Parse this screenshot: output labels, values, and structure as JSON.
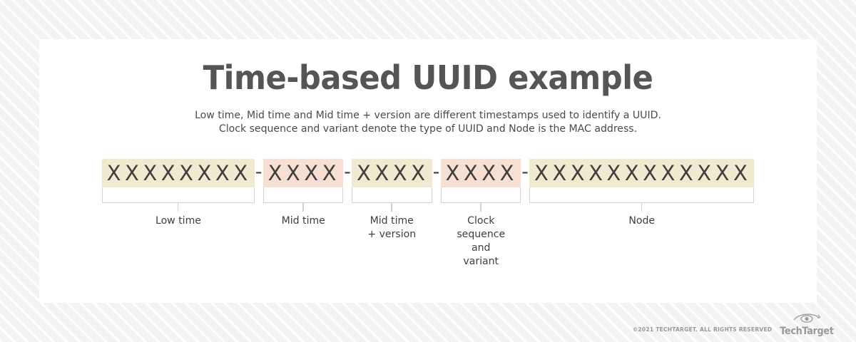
{
  "title": "Time-based UUID example",
  "subtitle": [
    "Low time, Mid time and Mid time + version are different timestamps used to identify a UUID.",
    "Clock sequence and variant denote the type of UUID and Node is the MAC address."
  ],
  "colors": {
    "cream": "#f0ead1",
    "pink": "#f8dfd3",
    "text": "#3f3f3f",
    "title": "#555555",
    "bracket": "#d2d2d2",
    "card": "#ffffff",
    "page_background": "#f5f5f5"
  },
  "separator": "-",
  "uuid_groups": [
    {
      "chars": "XXXXXXXX",
      "count": 8,
      "color": "cream",
      "label": [
        "Low time"
      ]
    },
    {
      "chars": "XXXX",
      "count": 4,
      "color": "pink",
      "label": [
        "Mid time"
      ]
    },
    {
      "chars": "XXXX",
      "count": 4,
      "color": "cream",
      "label": [
        "Mid time",
        "+ version"
      ]
    },
    {
      "chars": "XXXX",
      "count": 4,
      "color": "pink",
      "label": [
        "Clock",
        "sequence",
        "and",
        "variant"
      ]
    },
    {
      "chars": "XXXXXXXXXXXX",
      "count": 12,
      "color": "cream",
      "label": [
        "Node"
      ]
    }
  ],
  "footer": {
    "copyright": "©2021 TECHTARGET. ALL RIGHTS RESERVED",
    "logo_wordmark": "TechTarget",
    "logo_icon": "eye-icon"
  }
}
